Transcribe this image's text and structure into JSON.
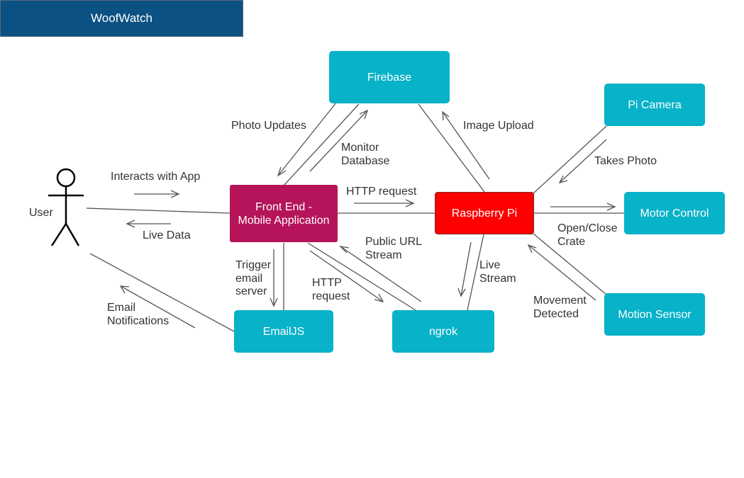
{
  "title": "WoofWatch",
  "actor": {
    "label": "User"
  },
  "nodes": {
    "firebase": "Firebase",
    "pi_camera": "Pi Camera",
    "frontend": "Front End -\nMobile Application",
    "raspberry_pi": "Raspberry Pi",
    "motor_control": "Motor Control",
    "motion_sensor": "Motion Sensor",
    "emailjs": "EmailJS",
    "ngrok": "ngrok"
  },
  "edge_labels": {
    "photo_updates": "Photo Updates",
    "monitor_database": "Monitor\nDatabase",
    "image_upload": "Image Upload",
    "takes_photo": "Takes Photo",
    "interacts_with_app": "Interacts with App",
    "live_data": "Live Data",
    "http_request_top": "HTTP request",
    "open_close_crate": "Open/Close\nCrate",
    "public_url_stream": "Public URL\nStream",
    "live_stream": "Live\nStream",
    "trigger_email_server": "Trigger\nemail\nserver",
    "http_request_bottom": "HTTP\nrequest",
    "movement_detected": "Movement\nDetected",
    "email_notifications": "Email\nNotifications"
  },
  "colors": {
    "title_bar": "#0b5183",
    "node_teal": "#08b2c8",
    "frontend": "#b5145a",
    "raspberry_pi": "#ff0000",
    "line": "#555555"
  }
}
